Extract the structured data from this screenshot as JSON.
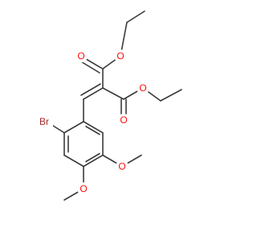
{
  "molecule": {
    "atoms": {
      "O1": "O",
      "O2": "O",
      "O3": "O",
      "O4": "O",
      "Br": "Br",
      "O5": "O",
      "O6": "O"
    },
    "colors": {
      "bond": "#3a3a3a",
      "oxygen": "#ff0d0d",
      "bromine": "#a62929",
      "background": "#ffffff"
    }
  }
}
